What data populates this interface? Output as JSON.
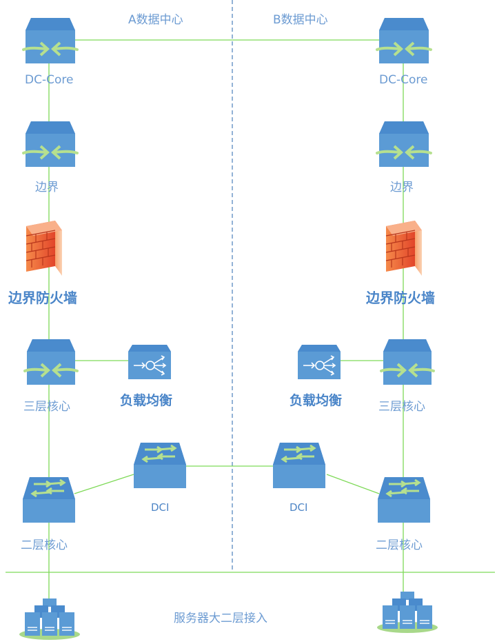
{
  "regions": {
    "a_label": "A数据中心",
    "b_label": "B数据中心",
    "bottom_label": "服务器大二层接入"
  },
  "left": {
    "core_label": "DC-Core",
    "edge_label": "边界",
    "firewall_label": "边界防火墙",
    "l3_label": "三层核心",
    "lb_label": "负载均衡",
    "dci_label": "DCI",
    "l2_label": "二层核心"
  },
  "right": {
    "core_label": "DC-Core",
    "edge_label": "边界",
    "firewall_label": "边界防火墙",
    "l3_label": "三层核心",
    "lb_label": "负载均衡",
    "dci_label": "DCI",
    "l2_label": "二层核心"
  },
  "colors": {
    "link": "#7ed957",
    "device_blue": "#5b9bd5",
    "device_blue_dark": "#3f7fc0",
    "arrow": "#b6e08f",
    "divider": "#4a7ebb",
    "firewall": "#f26b3a"
  }
}
